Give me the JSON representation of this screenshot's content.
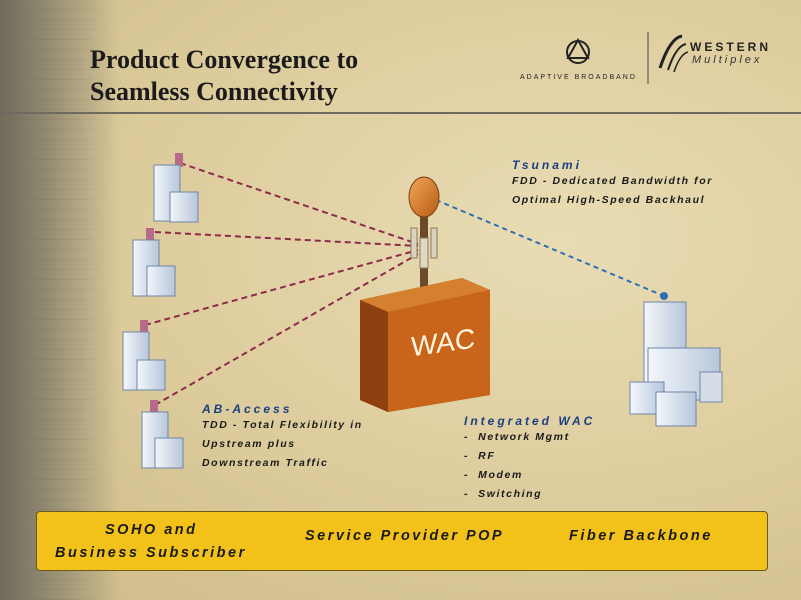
{
  "title": {
    "line1": "Product Convergence to",
    "line2": "Seamless Connectivity"
  },
  "logos": {
    "adaptive_broadband": "ADAPTIVE BROADBAND",
    "western_line1": "WESTERN",
    "western_line2": "Multiplex"
  },
  "nodes": {
    "wac_label": "WAC"
  },
  "callouts": {
    "tsunami": {
      "heading": "Tsunami",
      "lines": [
        "FDD - Dedicated Bandwidth for",
        "Optimal High-Speed Backhaul"
      ]
    },
    "ab_access": {
      "heading": "AB-Access",
      "lines": [
        "TDD - Total Flexibility in",
        "Upstream plus",
        "Downstream Traffic"
      ]
    },
    "integrated_wac": {
      "heading": "Integrated WAC",
      "items": [
        "Network Mgmt",
        "RF",
        "Modem",
        "Switching"
      ]
    }
  },
  "footer": {
    "soho_line1": "SOHO and",
    "soho_line2": "Business Subscriber",
    "pop": "Service Provider POP",
    "fiber": "Fiber Backbone"
  },
  "colors": {
    "title": "#1b1b1b",
    "heading_blue": "#1c3f82",
    "wac_box": "#c8651a",
    "footer_bar": "#f2c21a",
    "link_subscriber": "#8e2a4a",
    "link_backhaul": "#2f6fb6"
  }
}
